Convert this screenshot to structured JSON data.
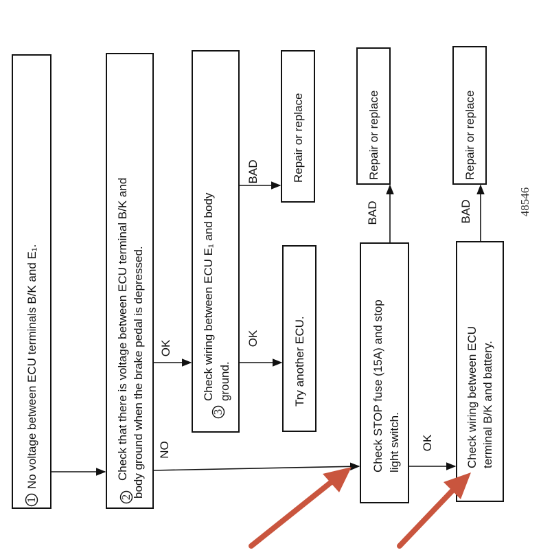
{
  "nodes": {
    "n1": {
      "marker": "1",
      "text": "No voltage between ECU terminals B/K and E₁."
    },
    "n2": {
      "marker": "2",
      "line1": "Check that there is voltage between ECU terminal B/K and",
      "line2": "body ground when the brake pedal is depressed."
    },
    "n3": {
      "marker": "3",
      "line1": "Check wiring between ECU E₁ and body",
      "line2": "ground."
    },
    "n4": {
      "text": "Repair or replace"
    },
    "n5": {
      "text": "Try another ECU."
    },
    "n6": {
      "line1": "Check STOP fuse (15A) and stop",
      "line2": "light switch."
    },
    "n7": {
      "text": "Repair or replace"
    },
    "n8": {
      "line1": "Check wiring between ECU",
      "line2": "terminal B/K and battery."
    },
    "n9": {
      "text": "Repair or replace"
    }
  },
  "edges": {
    "e_n2_n3": "OK",
    "e_n2_n6": "NO",
    "e_n3_n4": "BAD",
    "e_n3_n5": "OK",
    "e_n6_n7": "BAD",
    "e_n6_n8": "OK",
    "e_n8_n9": "BAD"
  },
  "figure_number": "48546",
  "colors": {
    "annotation_arrow": "#c9553e",
    "line": "#111111"
  }
}
